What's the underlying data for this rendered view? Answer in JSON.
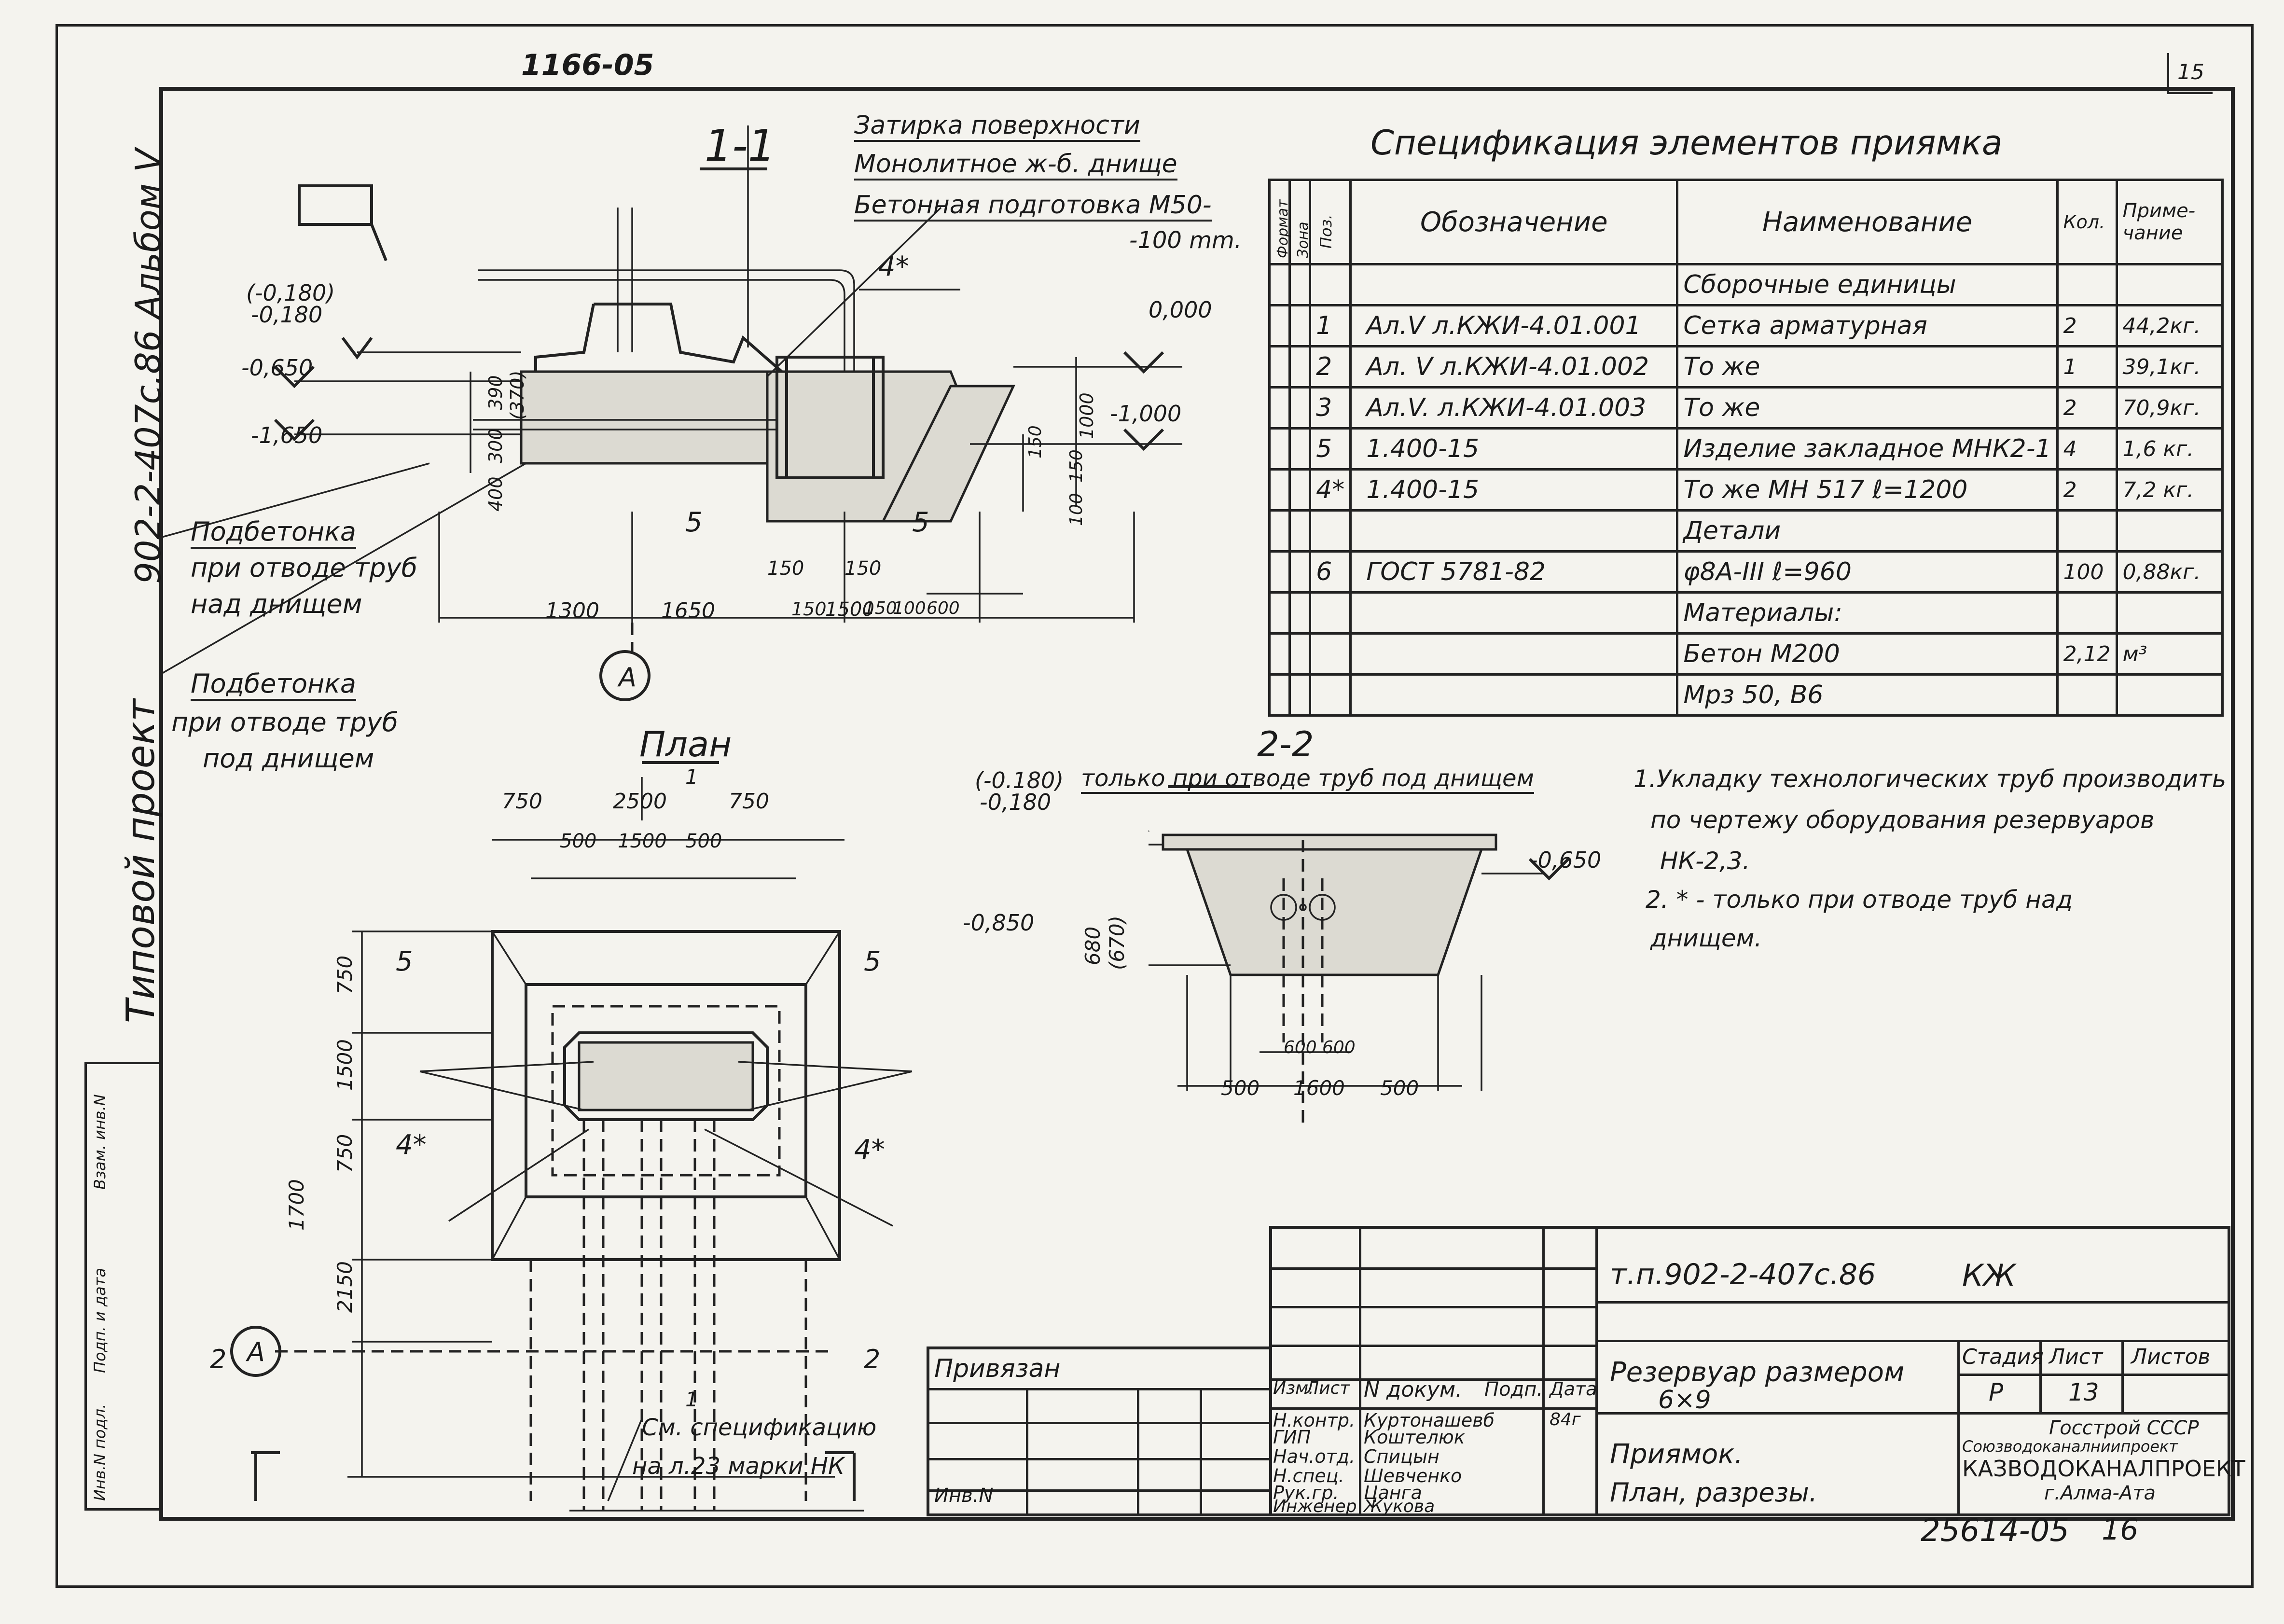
{
  "header": {
    "doc_number": "1166-05",
    "sheet_corner": "15"
  },
  "side_labels": {
    "album": "902-2-407с.86 Альбом V",
    "project_type": "Типовой проект",
    "frame_fields": [
      "Инв.N подл.",
      "Подп. и дата",
      "Взам. инв.N"
    ]
  },
  "section_1_1": {
    "title": "1-1",
    "layer_labels": [
      "Затирка поверхности",
      "Монолитное ж-б. днище",
      "Бетонная подготовка М50-",
      "-100 mm."
    ],
    "levels": [
      "(-0,180)",
      "-0,180",
      "-0,650",
      "-1,650",
      "0,000",
      "-1,000"
    ],
    "vertical_dims": [
      "390",
      "(370)",
      "300",
      "400",
      "1000",
      "150",
      "150",
      "100"
    ],
    "horizontal_dims": [
      "1300",
      "1650",
      "150",
      "150",
      "150",
      "1500",
      "150",
      "100",
      "600"
    ],
    "markers": [
      "4*",
      "5",
      "5"
    ],
    "axis": "A",
    "notes": [
      "Подбетонка",
      "при отводе труб",
      "над днищем",
      "Подбетонка",
      "при отводе труб",
      "под днищем"
    ]
  },
  "plan": {
    "title": "План",
    "cut_mark": "1",
    "dims_top": [
      "750",
      "2500",
      "750",
      "500",
      "1500",
      "500"
    ],
    "dims_left": [
      "750",
      "1500",
      "750",
      "1700",
      "2150"
    ],
    "markers": [
      "5",
      "5",
      "4*",
      "4*"
    ],
    "axis": "A",
    "section_marks": [
      "2",
      "2",
      "1"
    ],
    "ref_note": [
      "См. спецификацию",
      "на л.23 марки НК"
    ]
  },
  "section_2_2": {
    "title": "2-2",
    "subtitle": "только при отводе труб под днищем",
    "levels": [
      "(-0.180)",
      "-0,180",
      "-0,650",
      "-0,850"
    ],
    "dims": [
      "680",
      "(670)",
      "600",
      "600",
      "500",
      "1600",
      "500"
    ]
  },
  "notes": [
    "1.Укладку технологических труб производить",
    "по чертежу оборудования резервуаров",
    "НК-2,3.",
    "2. * - только при отводе труб над",
    "днищем."
  ],
  "spec": {
    "title": "Спецификация элементов приямка",
    "headers": {
      "format": "Формат",
      "zone": "Зона",
      "pos": "Поз.",
      "designation": "Обозначение",
      "name": "Наименование",
      "qty": "Кол.",
      "note": "Приме-чание"
    },
    "rows": [
      {
        "pos": "",
        "designation": "",
        "name": "Сборочные единицы",
        "qty": "",
        "note": ""
      },
      {
        "pos": "1",
        "designation": "Ал.V л.КЖИ-4.01.001",
        "name": "Сетка арматурная",
        "qty": "2",
        "note": "44,2кг."
      },
      {
        "pos": "2",
        "designation": "Ал. V л.КЖИ-4.01.002",
        "name": "То же",
        "qty": "1",
        "note": "39,1кг."
      },
      {
        "pos": "3",
        "designation": "Ал.V. л.КЖИ-4.01.003",
        "name": "То же",
        "qty": "2",
        "note": "70,9кг."
      },
      {
        "pos": "5",
        "designation": "1.400-15",
        "name": "Изделие закладное МНК2-1",
        "qty": "4",
        "note": "1,6 кг."
      },
      {
        "pos": "4*",
        "designation": "1.400-15",
        "name": "То же МН 517 ℓ=1200",
        "qty": "2",
        "note": "7,2 кг."
      },
      {
        "pos": "",
        "designation": "",
        "name": "Детали",
        "qty": "",
        "note": ""
      },
      {
        "pos": "6",
        "designation": "ГОСТ 5781-82",
        "name": "φ8А-III ℓ=960",
        "qty": "100",
        "note": "0,88кг."
      },
      {
        "pos": "",
        "designation": "",
        "name": "Материалы:",
        "qty": "",
        "note": ""
      },
      {
        "pos": "",
        "designation": "",
        "name": "Бетон М200",
        "qty": "2,12",
        "note": "м³"
      },
      {
        "pos": "",
        "designation": "",
        "name": "Мрз 50, В6",
        "qty": "",
        "note": ""
      }
    ]
  },
  "title_block": {
    "doc_code": "т.п.902-2-407с.86",
    "mark": "КЖ",
    "bound": "Привязан",
    "inv": "Инв.N",
    "sign_header": [
      "Изм.",
      "Лист",
      "N докум.",
      "Подп.",
      "Дата"
    ],
    "date": "84г",
    "roles": [
      {
        "role": "Н.контр.",
        "name": "Куртонашевб"
      },
      {
        "role": "ГИП",
        "name": "Коштелюк"
      },
      {
        "role": "Нач.отд.",
        "name": "Спицын"
      },
      {
        "role": "Н.спец.",
        "name": "Шевченко"
      },
      {
        "role": "Рук.гр.",
        "name": "Цанга"
      },
      {
        "role": "Инженер",
        "name": "Жукова"
      }
    ],
    "object": [
      "Резервуар размером",
      "6×9"
    ],
    "sheet_title": [
      "Приямок.",
      "План, разрезы."
    ],
    "stage_label": "Стадия",
    "sheet_label": "Лист",
    "sheets_label": "Листов",
    "stage": "Р",
    "sheet": "13",
    "org": [
      "Госстрой СССР",
      "Союзводоканалниипроект",
      "КАЗВОДОКАНАЛПРОЕКТ",
      "г.Алма-Ата"
    ]
  },
  "footer": {
    "number": "25614-05",
    "page": "16"
  }
}
